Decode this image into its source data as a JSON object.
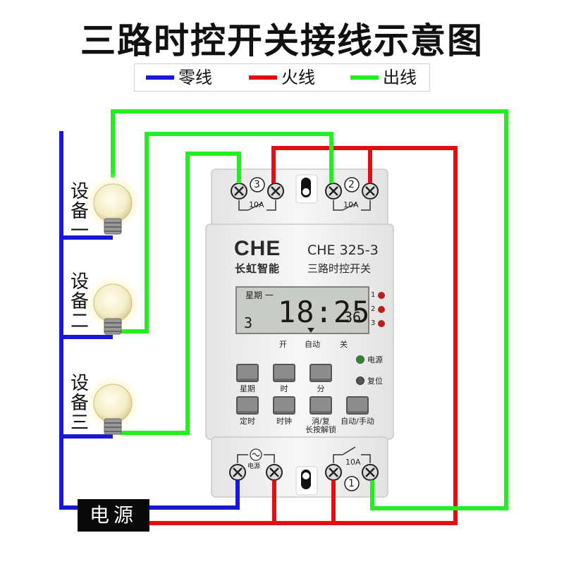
{
  "title": "三路时控开关接线示意图",
  "legend": [
    {
      "label": "零线",
      "color": "#1818d8"
    },
    {
      "label": "火线",
      "color": "#e01010"
    },
    {
      "label": "出线",
      "color": "#22ee22"
    }
  ],
  "devices": [
    "设备一",
    "设备二",
    "设备三"
  ],
  "power_label": "电源",
  "product": {
    "brand": "CHE",
    "brand_sub": "长虹智能",
    "model": "CHE 325-3",
    "model_sub": "三路时控开关",
    "terminal_top_left": "3",
    "terminal_top_right": "2",
    "terminal_bottom": "1",
    "rating": "10A",
    "power_terminal_label": "电源"
  },
  "lcd": {
    "week": "星期 一",
    "time": "18:25",
    "seconds": "36",
    "channel": "3"
  },
  "mode_labels": {
    "on": "开",
    "auto": "自动",
    "off": "关"
  },
  "indicators": {
    "power": "电源",
    "reset": "复位",
    "channels": [
      "1",
      "2",
      "3"
    ]
  },
  "buttons": {
    "row1": [
      "星期",
      "时",
      "分"
    ],
    "row2": [
      "定时",
      "时钟",
      "消/复",
      "自动/手动"
    ],
    "row2_extra": "长按解锁"
  },
  "colors": {
    "neutral": "#1818d8",
    "live": "#e01010",
    "out": "#22ee22",
    "body": "#f2f2f2"
  }
}
